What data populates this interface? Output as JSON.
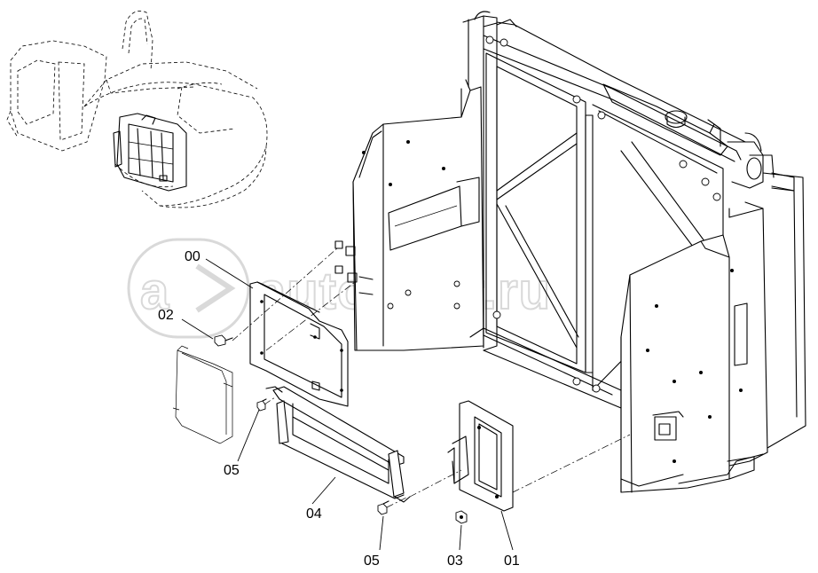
{
  "watermark": {
    "text": "autopiter.ru",
    "color": "#d9d9d9"
  },
  "callouts": [
    {
      "id": "00",
      "label": "00"
    },
    {
      "id": "02",
      "label": "02"
    },
    {
      "id": "05a",
      "label": "05"
    },
    {
      "id": "04",
      "label": "04"
    },
    {
      "id": "05b",
      "label": "05"
    },
    {
      "id": "03",
      "label": "03"
    },
    {
      "id": "01",
      "label": "01"
    }
  ],
  "icons": {
    "watermark_logo": "a-arrow-logo-icon",
    "locator": "excavator-locator-icon"
  },
  "colors": {
    "line": "#000000",
    "background": "#ffffff",
    "watermark": "#d9d9d9"
  }
}
